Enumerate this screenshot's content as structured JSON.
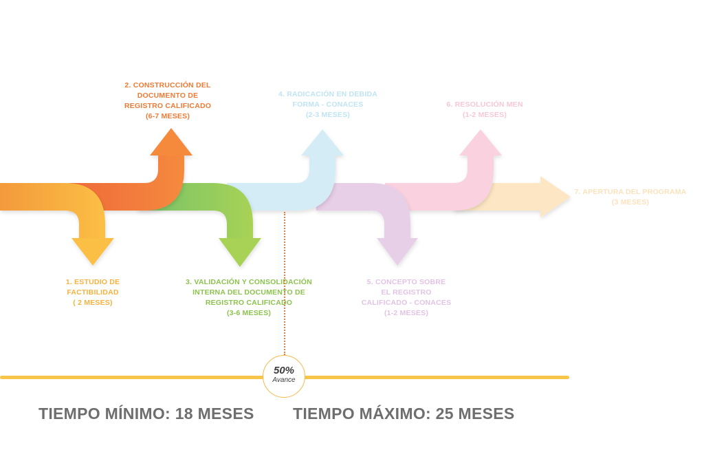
{
  "steps": [
    {
      "id": 1,
      "color": "#f7b13e",
      "lines": [
        "1.  ESTUDIO DE",
        "FACTIBILIDAD",
        "( 2 MESES)"
      ]
    },
    {
      "id": 2,
      "color": "#ee7a35",
      "lines": [
        "2. CONSTRUCCIÓN DEL",
        "DOCUMENTO DE",
        "REGISTRO CALIFICADO",
        "(6-7 MESES)"
      ]
    },
    {
      "id": 3,
      "color": "#8cc24d",
      "lines": [
        "3.  VALIDACIÓN Y CONSOLIDACIÓN",
        "INTERNA DEL DOCUMENTO DE",
        "REGISTRO CALIFICADO",
        "(3-6 MESES)"
      ]
    },
    {
      "id": 4,
      "color": "#bfe4f3",
      "lines": [
        "4.  RADICACIÓN EN DEBIDA",
        "FORMA - CONACES",
        "(2-3 MESES)"
      ]
    },
    {
      "id": 5,
      "color": "#e2c3e4",
      "lines": [
        "5.  CONCEPTO SOBRE",
        "EL REGISTRO",
        "CALIFICADO - CONACES",
        "(1-2 MESES)"
      ]
    },
    {
      "id": 6,
      "color": "#f7c7d8",
      "lines": [
        "6. RESOLUCIÓN MEN",
        "(1-2 MESES)"
      ]
    },
    {
      "id": 7,
      "color": "#fbe2bd",
      "lines": [
        "7.  APERTURA DEL PROGRAMA",
        "(3 MESES)"
      ]
    }
  ],
  "progress": {
    "value": "50%",
    "text": "Avance",
    "fraction": 0.5,
    "line_color": "#f7c547",
    "dash_color": "#ee7a35"
  },
  "summary": {
    "min": "TIEMPO MÍNIMO: 18 MESES",
    "max": "TIEMPO MÁXIMO: 25 MESES"
  }
}
